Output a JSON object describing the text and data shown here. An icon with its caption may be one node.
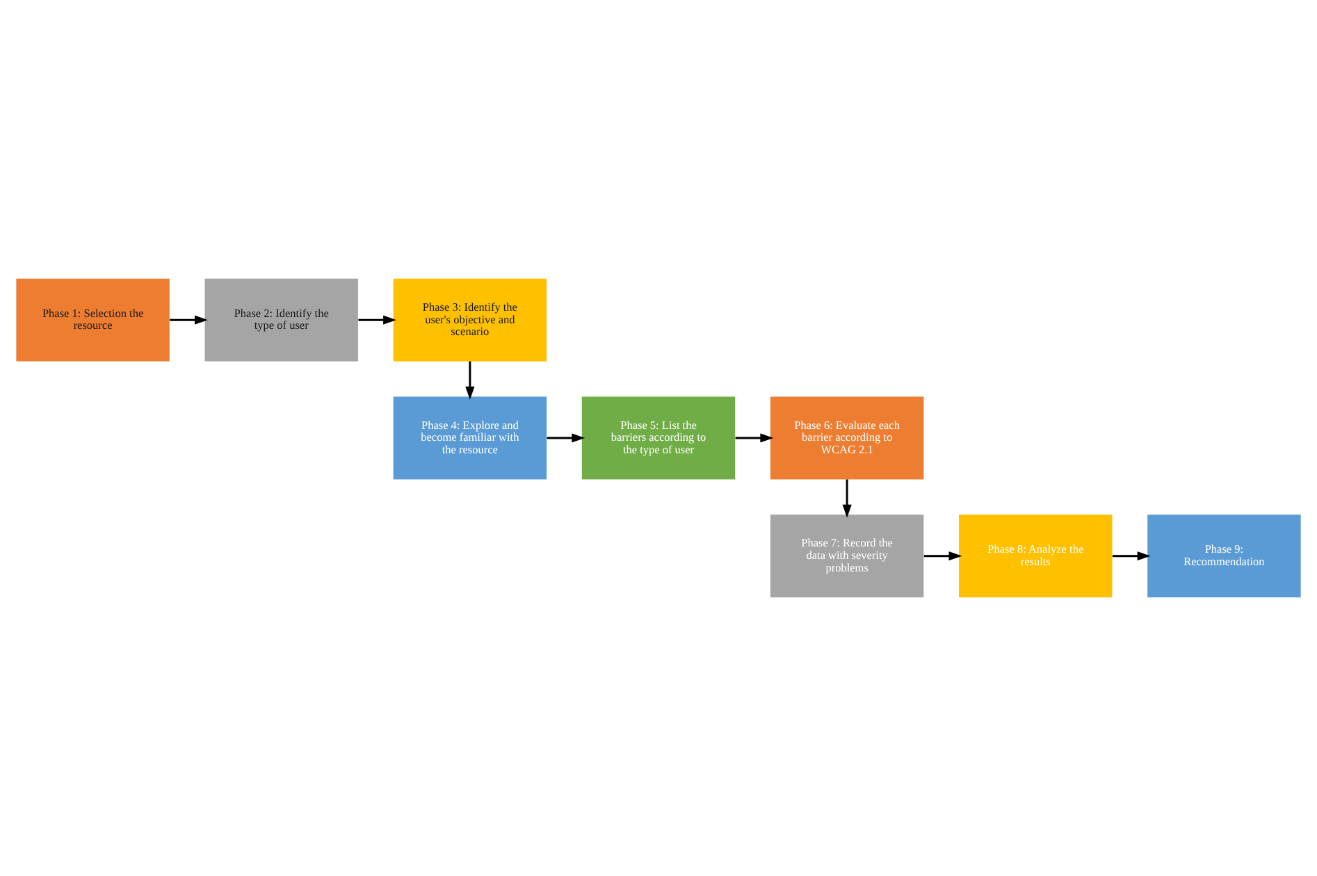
{
  "diagram": {
    "nodes": [
      {
        "text": [
          "Phase 1: Selection the resource"
        ]
      },
      {
        "text": [
          "Phase 2: Identify the type of user"
        ]
      },
      {
        "text": [
          "Phase 3: Identify the user's objective and scenario"
        ]
      },
      {
        "text": [
          "Phase 4: Explore and become familiar with the resource"
        ]
      },
      {
        "text": [
          "Phase 5: List the barriers according to the type of user"
        ]
      },
      {
        "text": [
          "Phase 6: Evaluate each barrier according to WCAG 2.1"
        ]
      },
      {
        "text": [
          "Phase 7: Record the data with severity problems"
        ]
      },
      {
        "text": [
          "Phase 8: Analyze the results"
        ]
      },
      {
        "text": [
          "Phase 9: Recommendation"
        ]
      }
    ],
    "edges": [
      {
        "from": 0,
        "to": 1,
        "arrow": "to"
      },
      {
        "from": 1,
        "to": 2,
        "arrow": "to"
      },
      {
        "from": 2,
        "to": 3,
        "arrow": "to"
      },
      {
        "from": 3,
        "to": 4,
        "arrow": "to"
      },
      {
        "from": 4,
        "to": 5,
        "arrow": "to"
      },
      {
        "from": 5,
        "to": 6,
        "arrow": "to"
      },
      {
        "from": 6,
        "to": 7,
        "arrow": "to"
      },
      {
        "from": 7,
        "to": 8,
        "arrow": "to"
      }
    ]
  }
}
